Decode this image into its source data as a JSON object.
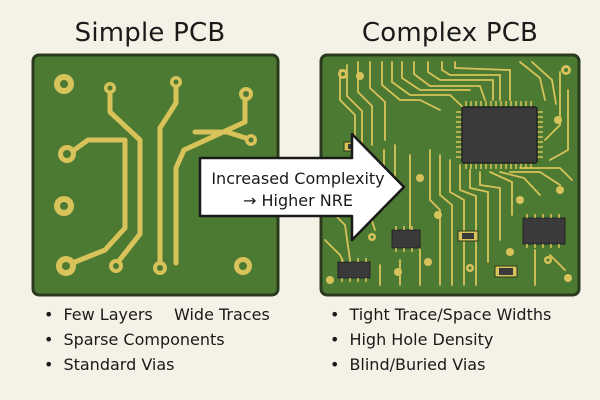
{
  "colors": {
    "board": "#4d7a32",
    "board_border": "#2a3a1e",
    "trace": "#d8c35a",
    "background": "#f4f1e6",
    "chip": "#3a3a3a"
  },
  "titles": {
    "simple": "Simple PCB",
    "complex": "Complex PCB"
  },
  "arrow": {
    "line1": "Increased Complexity",
    "line2": "→ Higher NRE"
  },
  "simple_features": {
    "bullets": [
      "Few Layers",
      "Sparse Components",
      "Standard Vias"
    ],
    "extra": "Wide Traces"
  },
  "complex_features": {
    "bullets": [
      "Tight Trace/Space Widths",
      "High Hole Density",
      "Blind/Buried Vias"
    ]
  }
}
